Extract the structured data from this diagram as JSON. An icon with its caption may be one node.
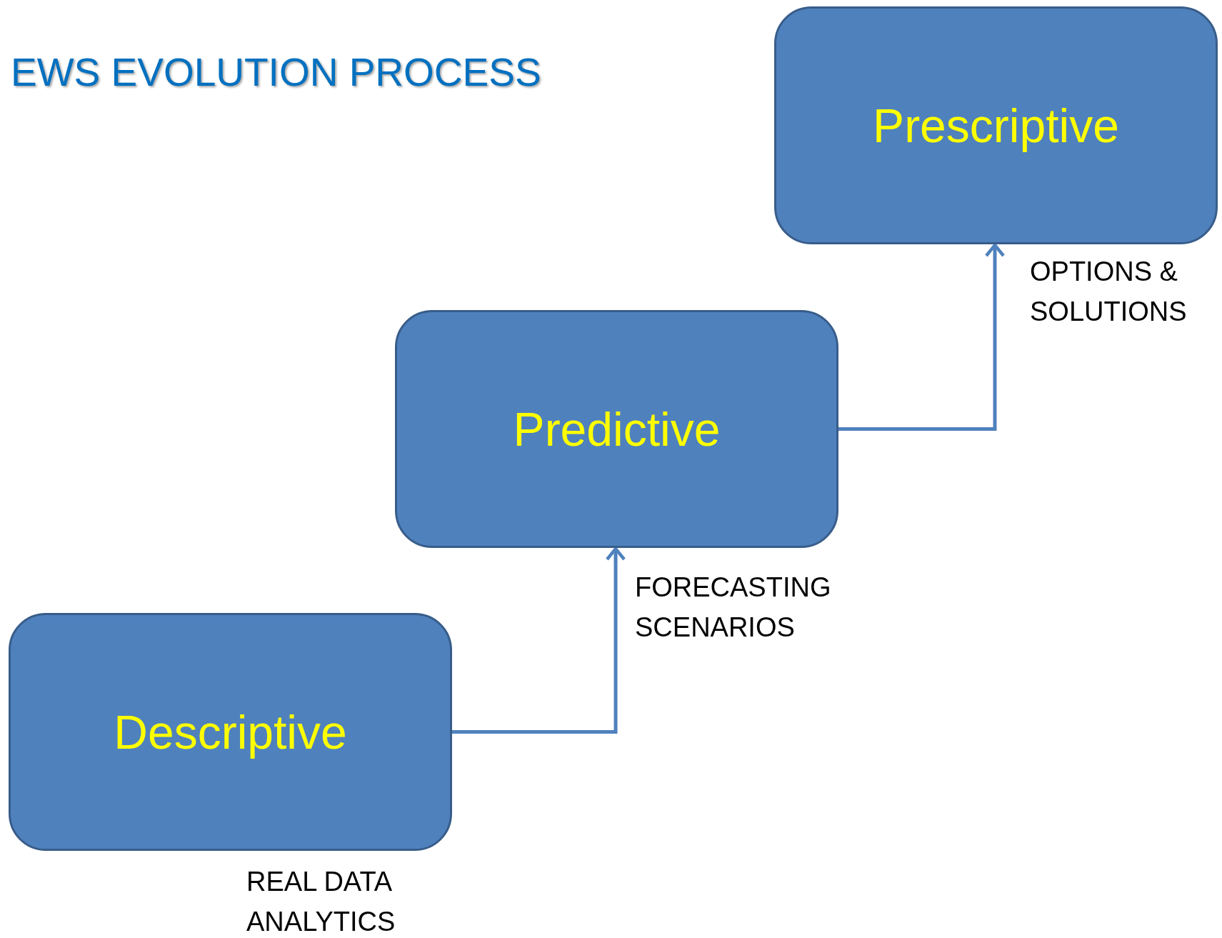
{
  "diagram": {
    "title": "EWS EVOLUTION PROCESS",
    "nodes": [
      {
        "text": [
          "Prescriptive"
        ],
        "beside": [
          "OPTIONS & SOLUTIONS"
        ]
      },
      {
        "text": [
          "Predictive"
        ],
        "beside": [
          "FORECASTING SCENARIOS"
        ]
      },
      {
        "text": [
          "Descriptive"
        ],
        "beside": [
          "REAL DATA ANALYTICS"
        ]
      }
    ],
    "edges": [
      {
        "from": 2,
        "to": 1,
        "arrow": "to"
      },
      {
        "from": 1,
        "to": 0,
        "arrow": "to"
      }
    ]
  }
}
